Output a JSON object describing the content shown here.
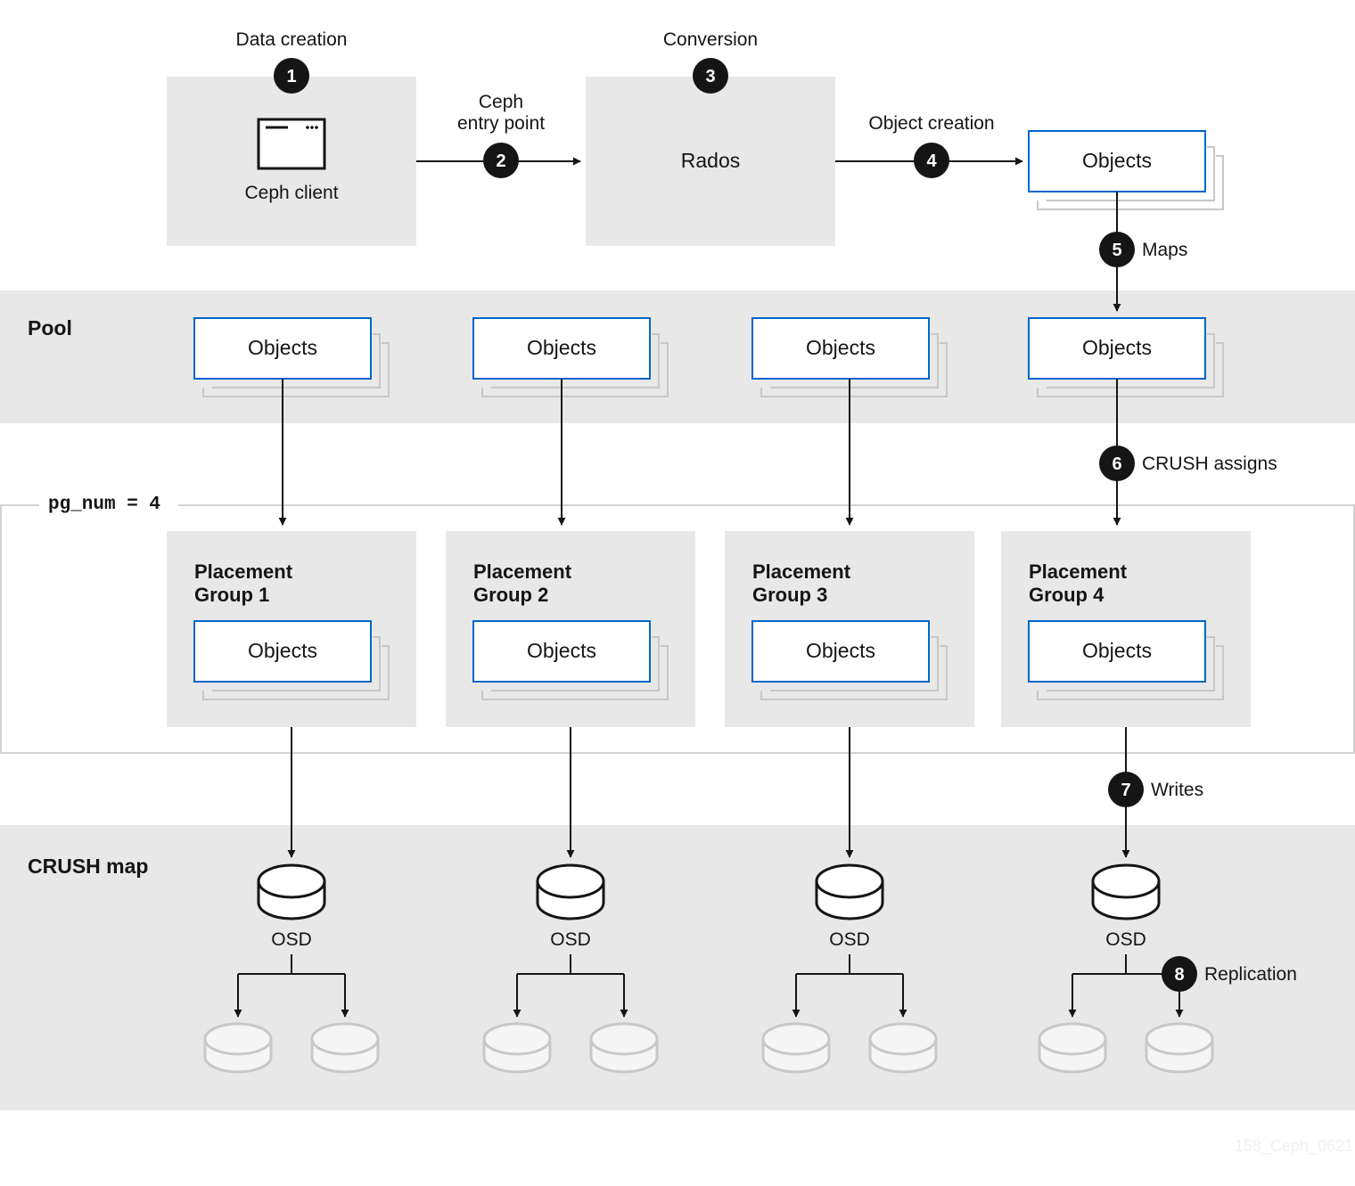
{
  "steps": {
    "data_creation": {
      "number": "1",
      "label": "Data creation"
    },
    "entry_point": {
      "number": "2",
      "label_line1": "Ceph",
      "label_line2": "entry point"
    },
    "conversion": {
      "number": "3",
      "label": "Conversion"
    },
    "object_creation": {
      "number": "4",
      "label": "Object creation"
    },
    "maps": {
      "number": "5",
      "label": "Maps"
    },
    "crush_assigns": {
      "number": "6",
      "label": "CRUSH assigns"
    },
    "writes": {
      "number": "7",
      "label": "Writes"
    },
    "replication": {
      "number": "8",
      "label": "Replication"
    }
  },
  "client": {
    "label": "Ceph client",
    "icon": "window-icon"
  },
  "rados": {
    "label": "Rados"
  },
  "objects_label": "Objects",
  "pool": {
    "label": "Pool"
  },
  "pg_num": "pg_num = 4",
  "placement_groups": [
    {
      "line1": "Placement",
      "line2": "Group 1"
    },
    {
      "line1": "Placement",
      "line2": "Group 2"
    },
    {
      "line1": "Placement",
      "line2": "Group 3"
    },
    {
      "line1": "Placement",
      "line2": "Group 4"
    }
  ],
  "crush_map": {
    "label": "CRUSH map"
  },
  "osd_label": "OSD",
  "watermark": "158_Ceph_0621",
  "colors": {
    "panel": "#e8e8e8",
    "object_border": "#0066cc",
    "badge": "#151515",
    "line": "#151515",
    "ghost": "#c8c8c8"
  }
}
